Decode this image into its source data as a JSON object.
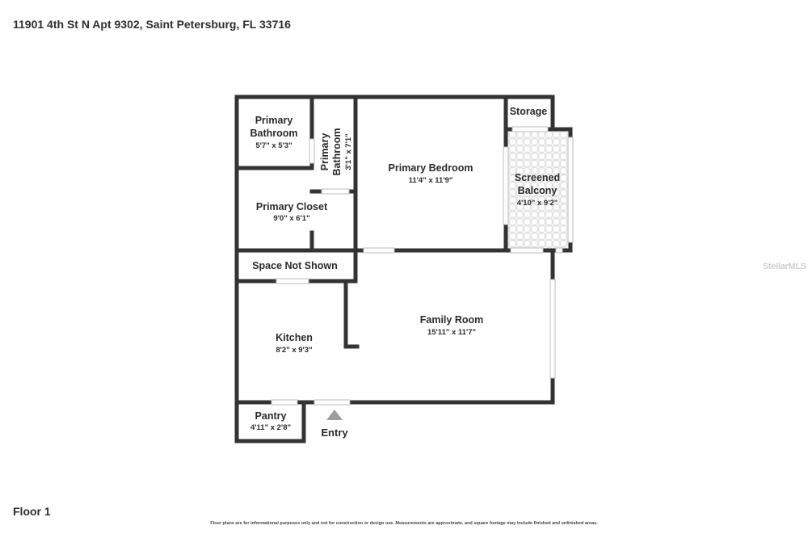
{
  "header": {
    "address": "11901 4th St N Apt 9302, Saint Petersburg, FL 33716"
  },
  "footer": {
    "floor_label": "Floor 1",
    "disclaimer": "Floor plans are for informational purposes only and not for construction or design use. Measurements are approximate, and square footage may include finished and unfinished areas."
  },
  "watermark": "StellarMLS",
  "colors": {
    "wall": "#333333",
    "window": "#bdbdbd",
    "balcony_tile": "#e2e2e2"
  },
  "rooms": {
    "primary_bathroom": {
      "name_line1": "Primary",
      "name_line2": "Bathroom",
      "dims": "5'7\" x 5'3\""
    },
    "primary_bathroom_2": {
      "name_line1": "Primary",
      "name_line2": "Bathroom",
      "dims": "3'1\" x 7'1\""
    },
    "primary_bedroom": {
      "name": "Primary Bedroom",
      "dims": "11'4\" x 11'9\""
    },
    "storage": {
      "name": "Storage"
    },
    "screened_balcony": {
      "name_line1": "Screened",
      "name_line2": "Balcony",
      "dims": "4'10\" x 9'2\""
    },
    "primary_closet": {
      "name": "Primary Closet",
      "dims": "9'0\" x 6'1\""
    },
    "space_not_shown": {
      "name": "Space Not Shown"
    },
    "kitchen": {
      "name": "Kitchen",
      "dims": "8'2\" x 9'3\""
    },
    "family_room": {
      "name": "Family Room",
      "dims": "15'11\" x 11'7\""
    },
    "pantry": {
      "name": "Pantry",
      "dims": "4'11\" x 2'8\""
    }
  },
  "entry": {
    "label": "Entry"
  }
}
